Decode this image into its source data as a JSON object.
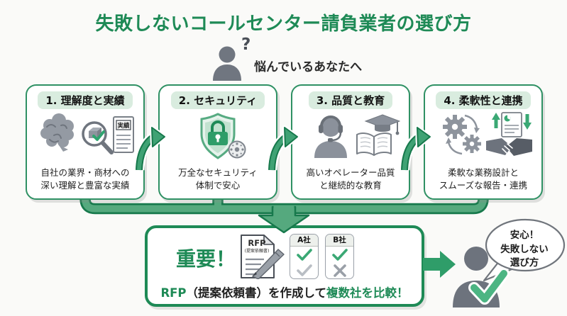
{
  "title": "失敗しないコールセンター請負業者の選び方",
  "intro": {
    "question_mark": "?",
    "label": "悩んでいるあなたへ"
  },
  "cards": [
    {
      "heading": "1. 理解度と実績",
      "line1": "自社の業界・商材への",
      "line2": "深い理解と豊富な実績",
      "doc_label": "実績",
      "icons": [
        "brain-icon",
        "magnifier-box-check-icon",
        "track-record-document-icon"
      ]
    },
    {
      "heading": "2. セキュリティ",
      "line1": "万全なセキュリティ",
      "line2": "体制で安心",
      "icons": [
        "shield-lock-icon",
        "combination-dial-icon"
      ]
    },
    {
      "heading": "3. 品質と教育",
      "line1": "高いオペレーター品質",
      "line2": "と継続的な教育",
      "icons": [
        "operator-headset-icon",
        "open-book-icon",
        "graduation-cap-icon"
      ]
    },
    {
      "heading": "4. 柔軟性と連携",
      "line1": "柔軟な業務設計と",
      "line2": "スムーズな報告・連携",
      "icons": [
        "gears-cycle-icon",
        "handshake-report-icon"
      ]
    }
  ],
  "important": {
    "label": "重要！",
    "rfp_doc": {
      "title": "RFP",
      "subtitle": "(提案依頼書)",
      "icon": "rfp-document-pen-icon"
    },
    "companies": [
      {
        "name": "A社",
        "marks": [
          "check-green",
          "check-gray"
        ]
      },
      {
        "name": "B社",
        "marks": [
          "check-green",
          "cross-gray"
        ]
      }
    ],
    "conclusion": {
      "part1": "RFP",
      "part2": "（提案依頼書）を作成して",
      "part3": "複数社を比較！"
    }
  },
  "result_bubble": {
    "line1": "安心！",
    "line2": "失敗しない",
    "line3": "選び方"
  },
  "colors": {
    "accent_green": "#1e8a56",
    "mid_green": "#55a97e",
    "dark_green_outline": "#17794c",
    "card_border_green": "#2f9164",
    "light_green_badge": "#d9ecdf",
    "icon_gray": "#8b919b",
    "check_green": "#3aa874",
    "background": "#fafaf8"
  }
}
